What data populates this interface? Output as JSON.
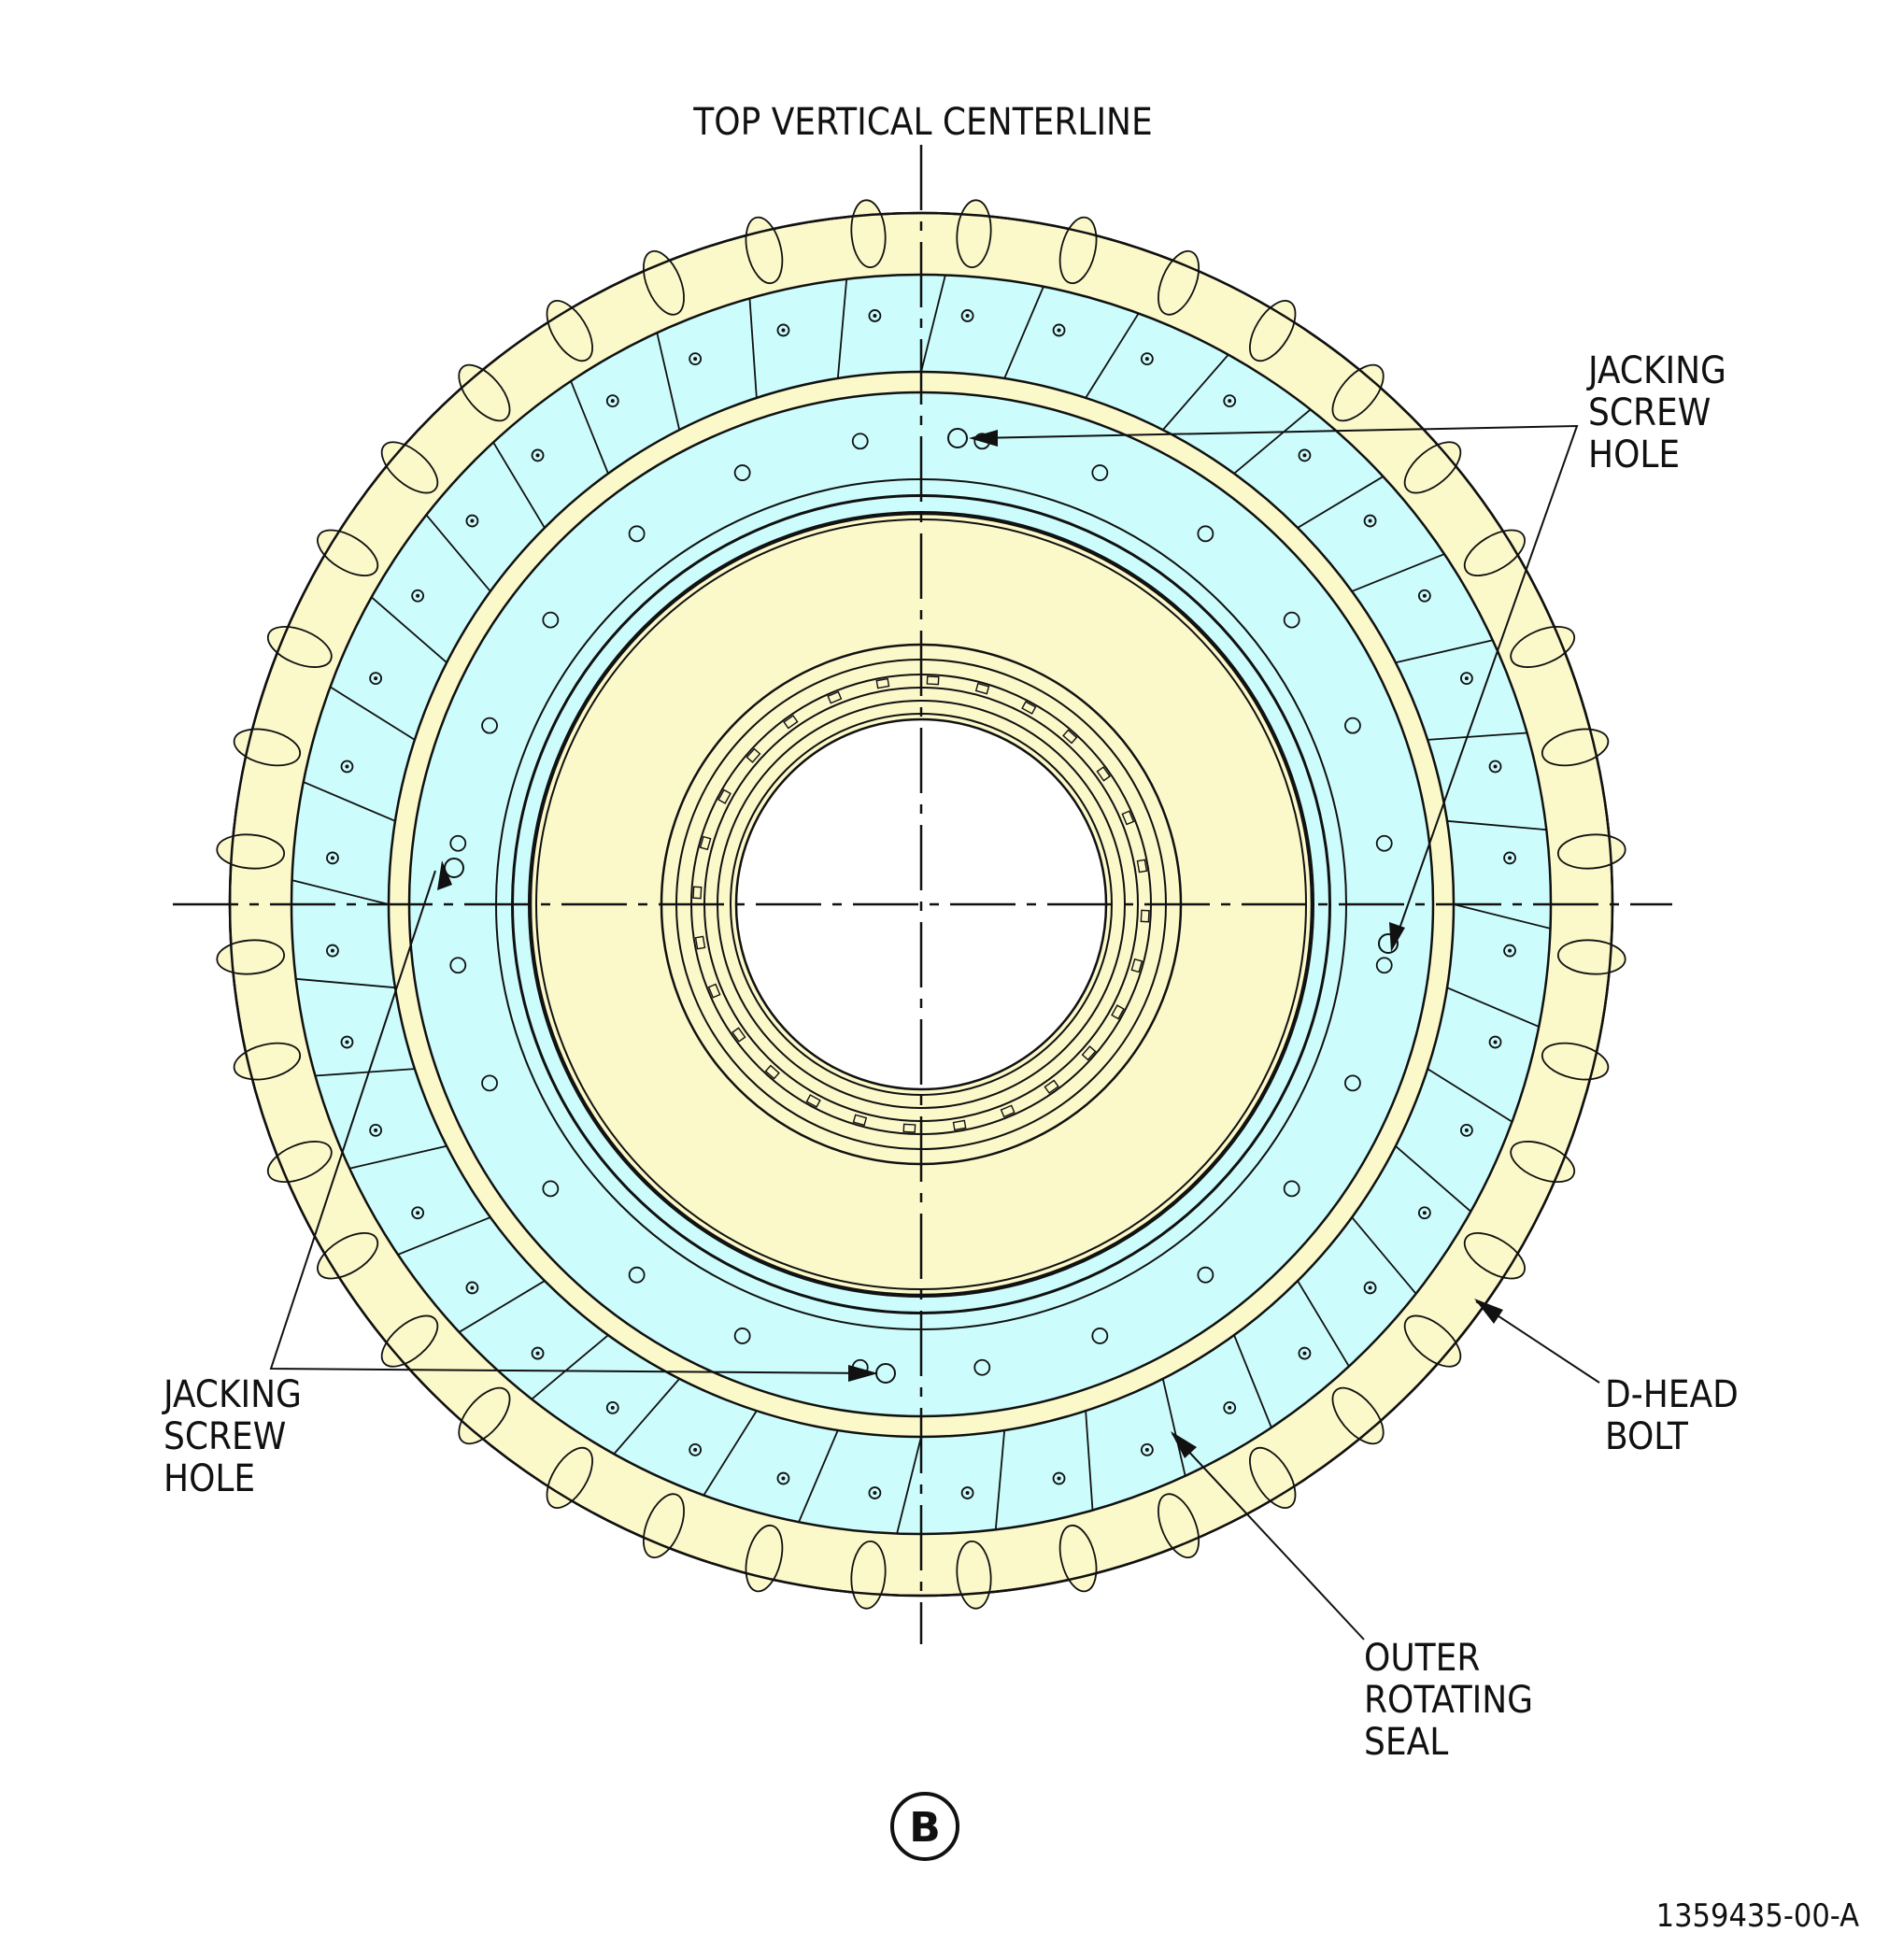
{
  "labels": {
    "top_centerline": "TOP VERTICAL CENTERLINE",
    "jacking_right": [
      "JACKING",
      "SCREW",
      "HOLE"
    ],
    "jacking_left": [
      "JACKING",
      "SCREW",
      "HOLE"
    ],
    "dhead_bolt": [
      "D-HEAD",
      "BOLT"
    ],
    "outer_rotating_seal": [
      "OUTER",
      "ROTATING",
      "SEAL"
    ],
    "view_letter": "B",
    "figure_id": "1359435-00-A"
  },
  "colors": {
    "yellow": "#FBF8C9",
    "cyan": "#CCFCFC",
    "line": "#111111",
    "background": "#FFFFFF"
  }
}
